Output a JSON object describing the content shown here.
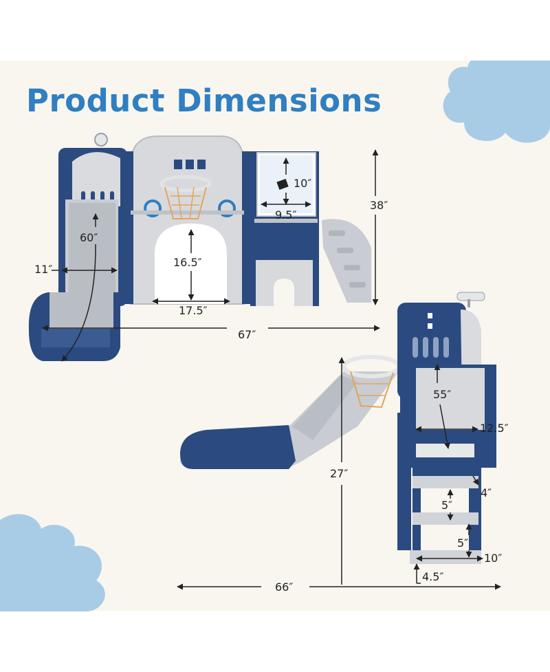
{
  "title": "Product Dimensions",
  "colors": {
    "title": "#2f7fc1",
    "cloud": "#a8cbe6",
    "navy": "#2b4a7f",
    "gray": "#d2d5da",
    "background": "#f8f6ef"
  },
  "icons": [
    "cloud-icon",
    "slide-illustration",
    "basketball-hoop-icon",
    "telescope-icon"
  ],
  "dimensions": {
    "front_view": {
      "slide_length": "60″",
      "slide_width": "11″",
      "arch_height": "16.5″",
      "arch_width": "17.5″",
      "board_height": "10″",
      "board_width": "9.5″",
      "total_height": "38″",
      "total_length": "67″"
    },
    "side_view": {
      "slide_length": "55″",
      "platform_width": "12.5″",
      "platform_height": "27″",
      "step_gap_top": "4″",
      "step_height_a": "5″",
      "step_height_b": "5″",
      "step_depth": "10″",
      "step_width": "4.5″",
      "total_length": "66″"
    }
  }
}
